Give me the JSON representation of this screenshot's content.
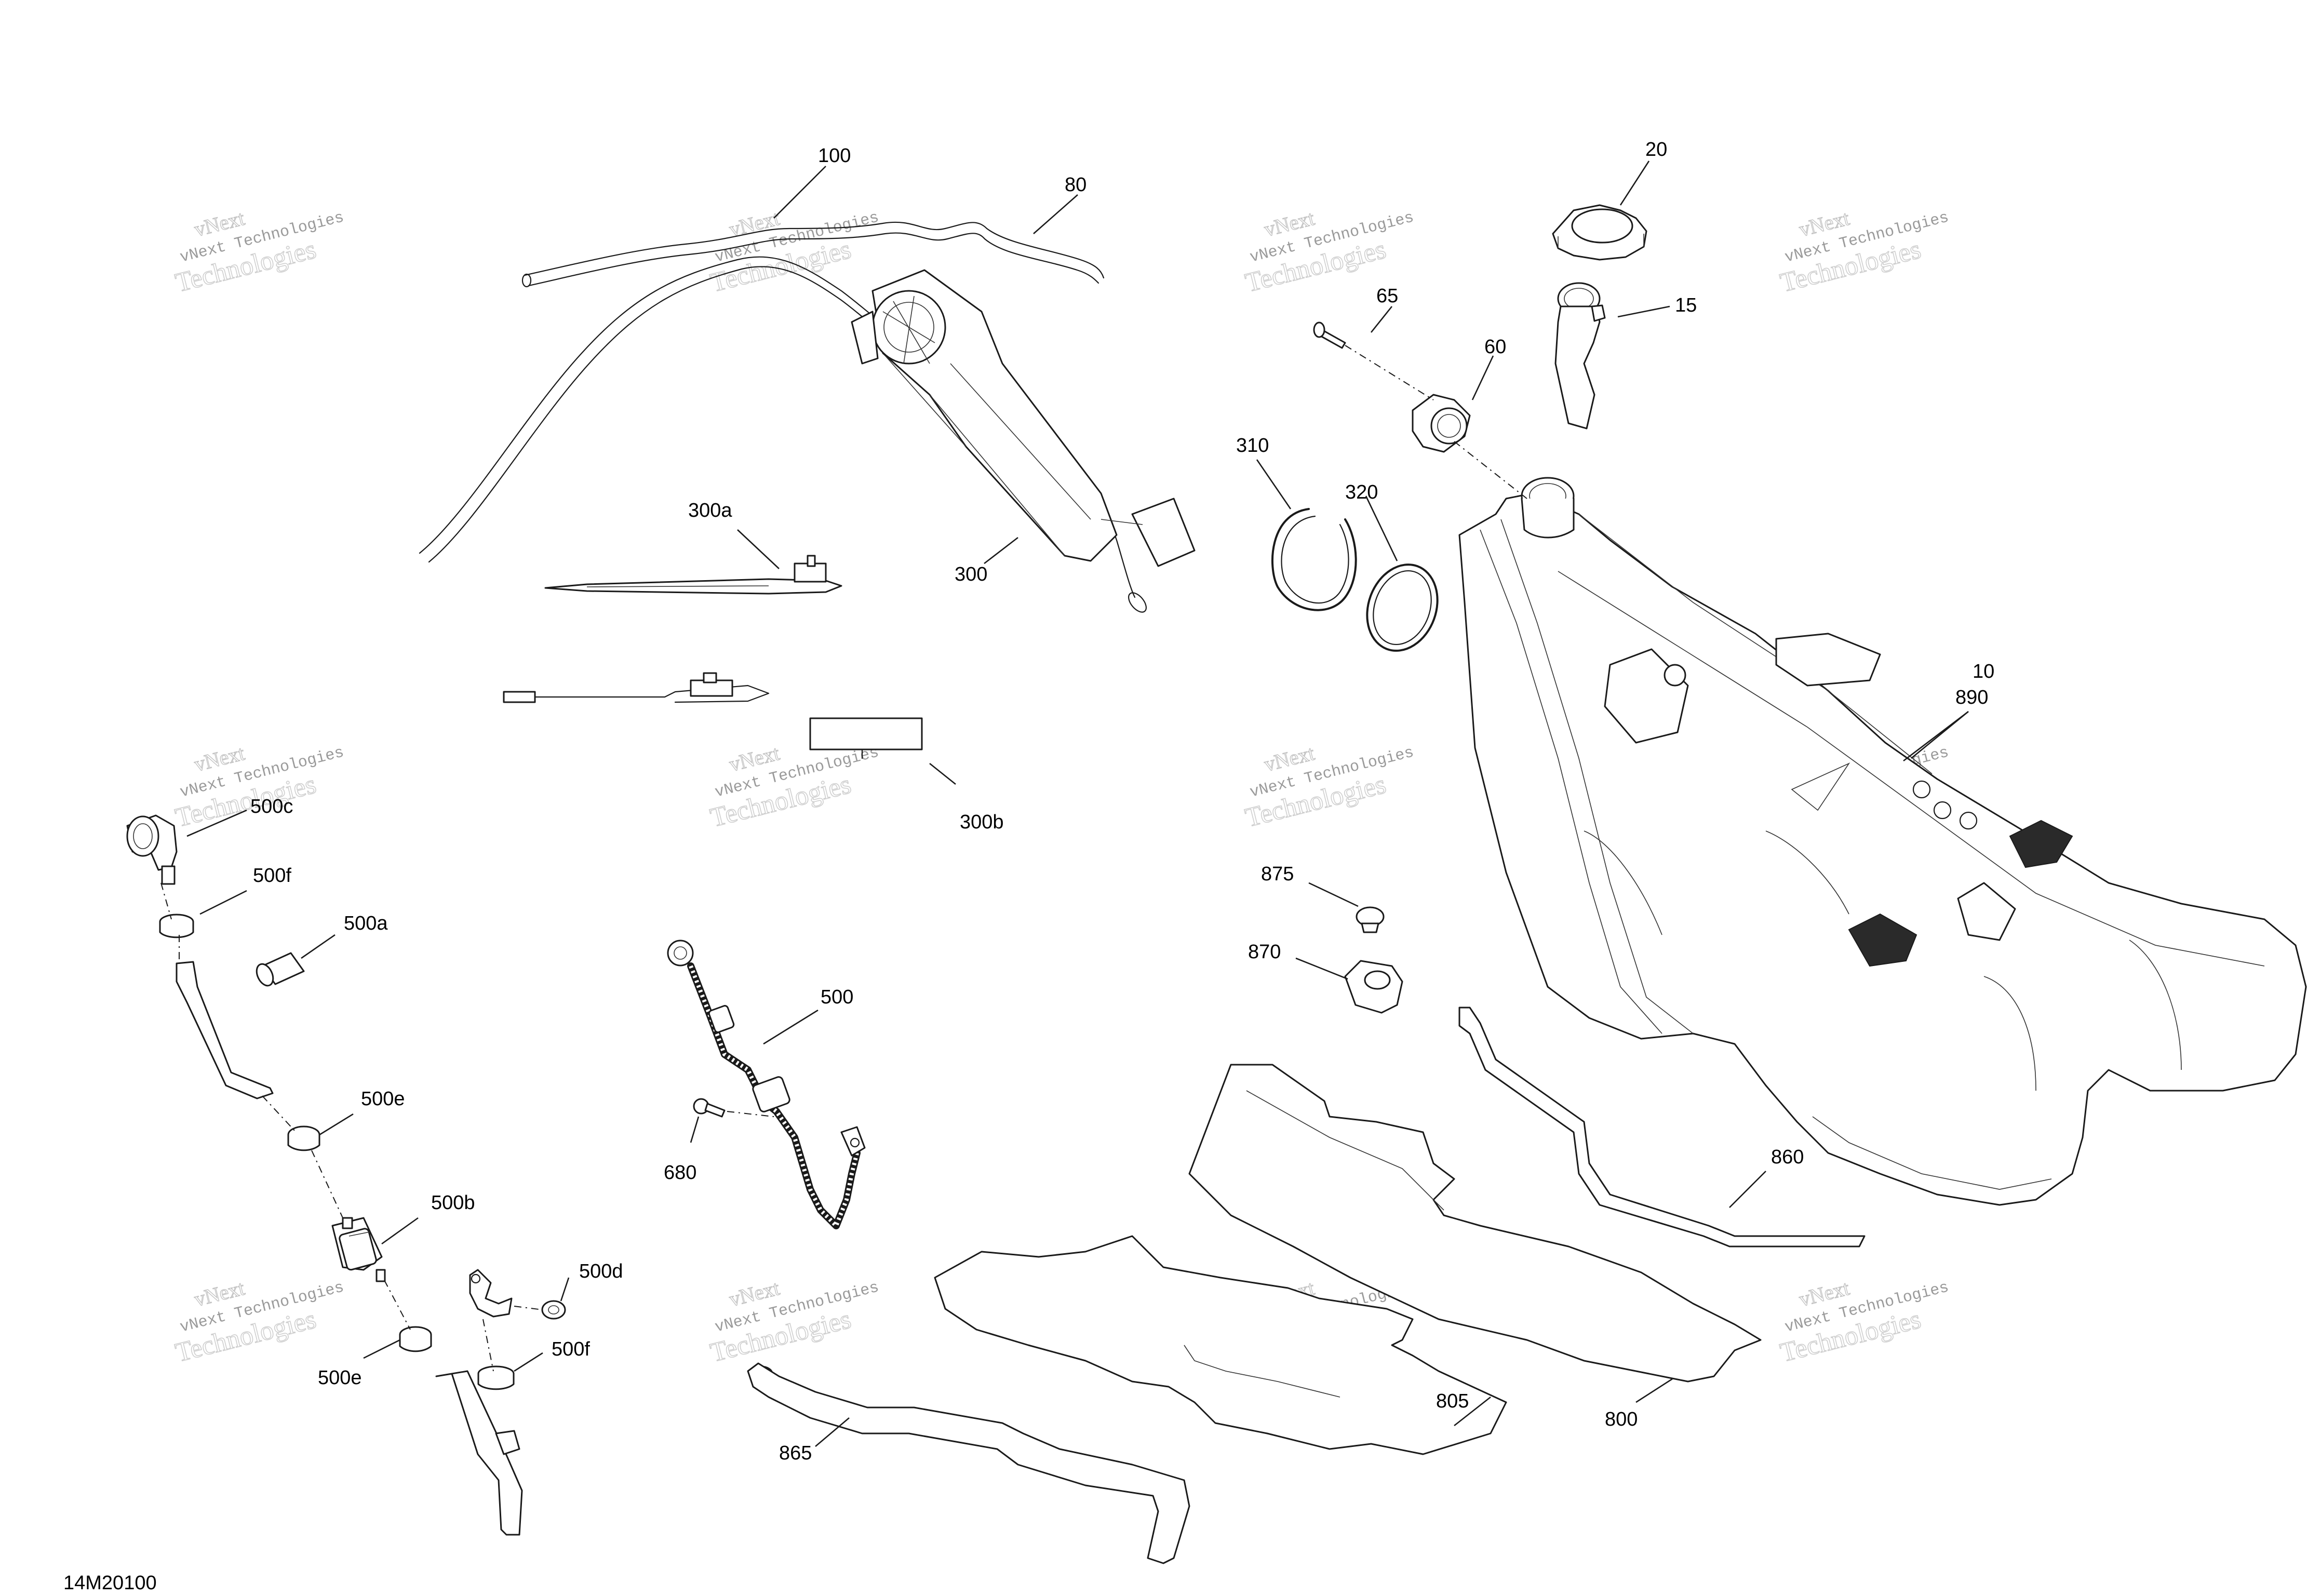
{
  "diagram_id": "14M20100",
  "watermark": {
    "line1": "vNext",
    "line2": "vNext Technologies",
    "line3": "Technologies"
  },
  "callouts": [
    {
      "id": "callout-100",
      "text": "100"
    },
    {
      "id": "callout-80",
      "text": "80"
    },
    {
      "id": "callout-20",
      "text": "20"
    },
    {
      "id": "callout-15",
      "text": "15"
    },
    {
      "id": "callout-65",
      "text": "65"
    },
    {
      "id": "callout-60",
      "text": "60"
    },
    {
      "id": "callout-310",
      "text": "310"
    },
    {
      "id": "callout-320",
      "text": "320"
    },
    {
      "id": "callout-300a",
      "text": "300a"
    },
    {
      "id": "callout-300",
      "text": "300"
    },
    {
      "id": "callout-300b",
      "text": "300b"
    },
    {
      "id": "callout-10",
      "text": "10"
    },
    {
      "id": "callout-890",
      "text": "890"
    },
    {
      "id": "callout-500c",
      "text": "500c"
    },
    {
      "id": "callout-500f-top",
      "text": "500f"
    },
    {
      "id": "callout-500a",
      "text": "500a"
    },
    {
      "id": "callout-500e-top",
      "text": "500e"
    },
    {
      "id": "callout-500b",
      "text": "500b"
    },
    {
      "id": "callout-500d",
      "text": "500d"
    },
    {
      "id": "callout-500f-bottom",
      "text": "500f"
    },
    {
      "id": "callout-500e-bottom",
      "text": "500e"
    },
    {
      "id": "callout-500",
      "text": "500"
    },
    {
      "id": "callout-680",
      "text": "680"
    },
    {
      "id": "callout-875",
      "text": "875"
    },
    {
      "id": "callout-870",
      "text": "870"
    },
    {
      "id": "callout-860",
      "text": "860"
    },
    {
      "id": "callout-800",
      "text": "800"
    },
    {
      "id": "callout-805",
      "text": "805"
    },
    {
      "id": "callout-865",
      "text": "865"
    }
  ]
}
